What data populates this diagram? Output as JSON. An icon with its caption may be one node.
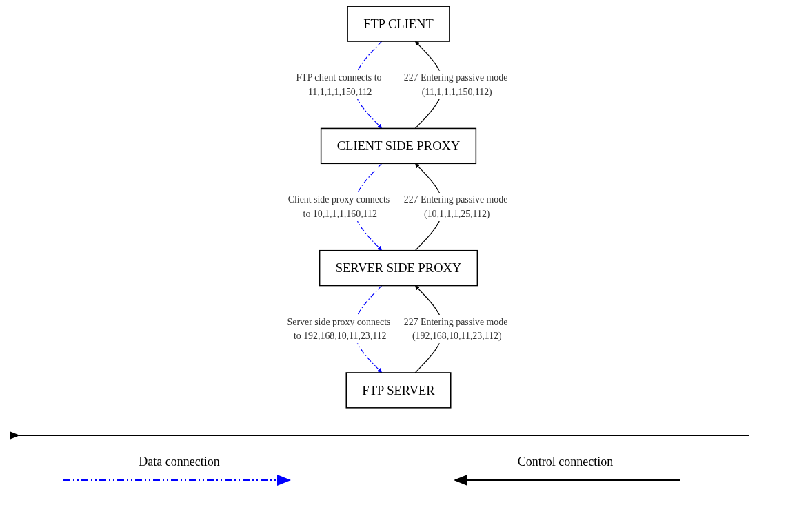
{
  "diagram": {
    "nodes": [
      {
        "text": [
          "FTP CLIENT"
        ]
      },
      {
        "text": [
          "FTP SERVER"
        ]
      },
      {
        "text": [
          "CLIENT SIDE PROXY"
        ]
      },
      {
        "text": [
          "SERVER SIDE PROXY"
        ]
      }
    ],
    "edges": [
      {
        "from": 0,
        "to": 2,
        "arrow": "to",
        "label": "FTP client connects to 11,1,1,1,150,112",
        "style": "dashed",
        "color": "#0000ff"
      },
      {
        "from": 2,
        "to": 0,
        "arrow": "to",
        "label": "227 Entering passive mode (11,1,1,1,150,112)",
        "color": "#000000"
      },
      {
        "from": 2,
        "to": 3,
        "arrow": "to",
        "label": "Client side proxy connects to 10,1,1,1,160,112",
        "style": "dashed",
        "color": "#0000ff"
      },
      {
        "from": 3,
        "to": 2,
        "arrow": "to",
        "label": "227 Entering passive mode (10,1,1,1,25,112)",
        "color": "#000000"
      },
      {
        "from": 3,
        "to": 1,
        "arrow": "to",
        "label": "Server side proxy connects to 192,168,10,11,23,112",
        "style": "dashed",
        "color": "#0000ff"
      },
      {
        "from": 1,
        "to": 3,
        "arrow": "to",
        "label": "227 Entering passive mode (192,168,10,11,23,112)",
        "color": "#000000"
      }
    ],
    "legend": [
      {
        "text": "Data connection"
      },
      {
        "text": "Control connection"
      }
    ]
  }
}
